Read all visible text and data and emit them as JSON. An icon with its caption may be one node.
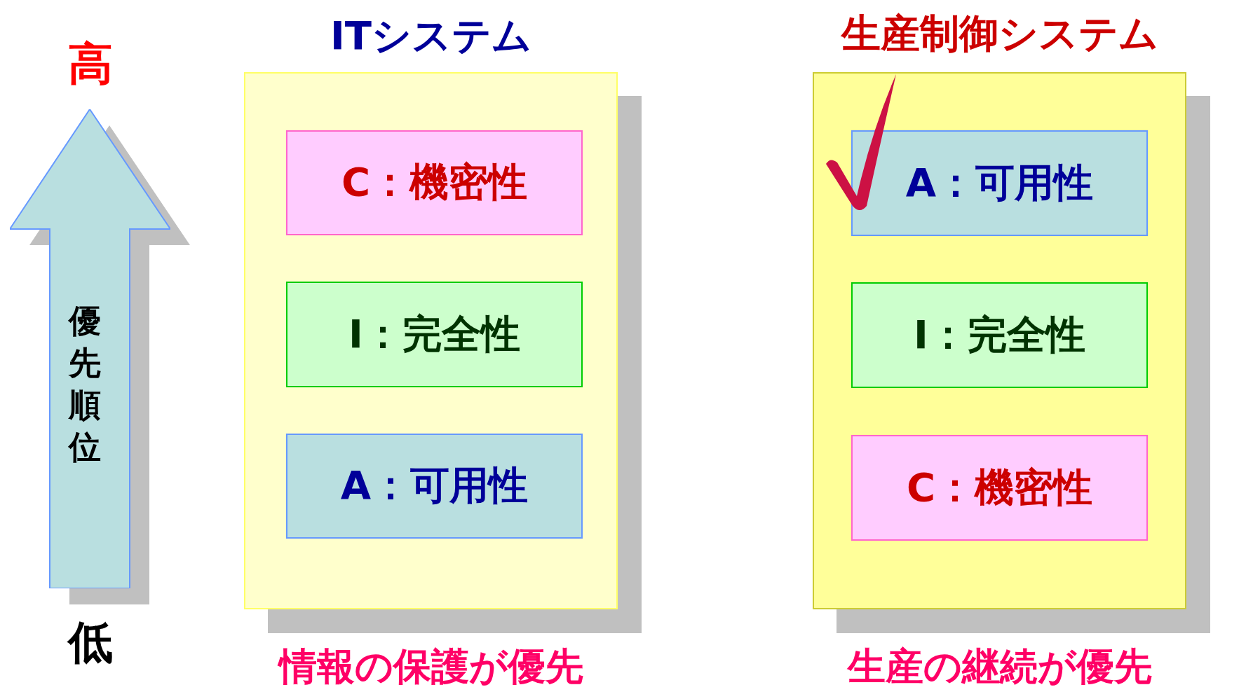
{
  "diagram": {
    "nodes": [
      {
        "text": [
          "優先順位"
        ]
      },
      {
        "text": [
          "ITシステム"
        ],
        "beside": [
          "情報の保護が優先"
        ]
      },
      {
        "text": [
          "C：機密性"
        ],
        "in": 1
      },
      {
        "text": [
          "I：完全性"
        ],
        "in": 1
      },
      {
        "text": [
          "A：可用性"
        ],
        "in": 1
      },
      {
        "text": [
          "生産制御システム"
        ],
        "beside": [
          "生産の継続が優先"
        ]
      },
      {
        "text": [
          "A：可用性"
        ],
        "in": 5
      },
      {
        "text": [
          "I：完全性"
        ],
        "in": 5
      },
      {
        "text": [
          "C：機密性"
        ],
        "in": 5
      }
    ],
    "labels": [
      "高",
      "低"
    ]
  }
}
